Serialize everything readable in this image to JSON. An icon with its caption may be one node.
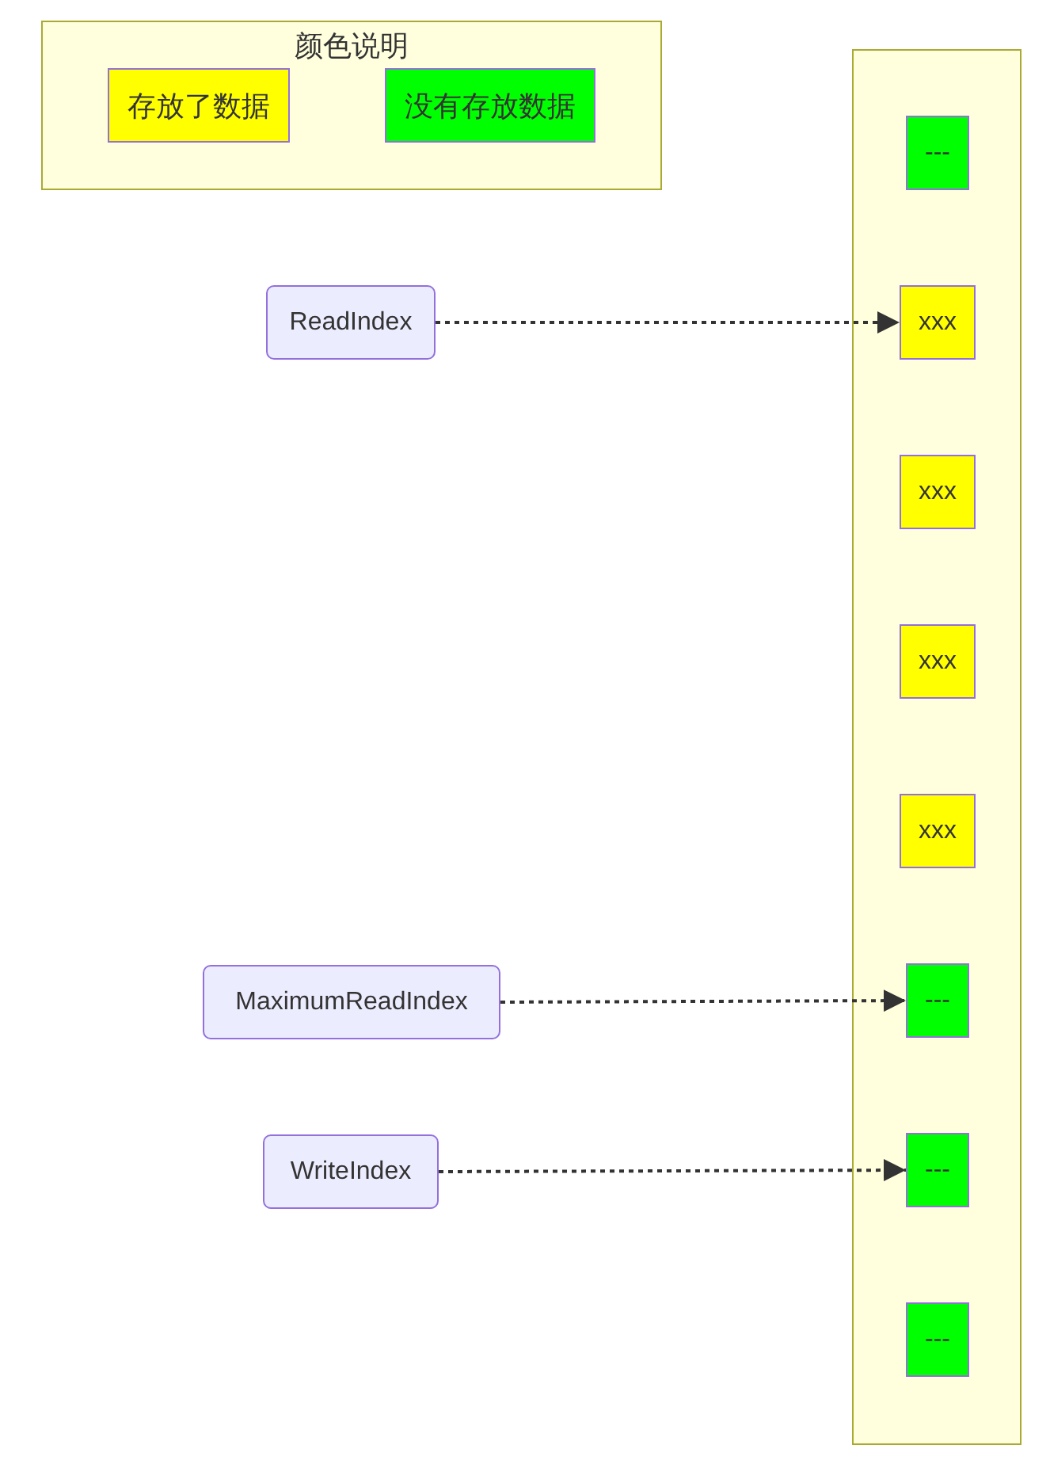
{
  "diagram": {
    "nodes": [
      {
        "text": [
          "颜色说明"
        ]
      },
      {
        "text": [
          "存放了数据"
        ],
        "in": 0
      },
      {
        "text": [
          "没有存放数据"
        ],
        "in": 0
      },
      {
        "text": [],
        "shape": "box"
      },
      {
        "text": [
          "---"
        ],
        "in": 3
      },
      {
        "text": [
          "xxx"
        ],
        "in": 3
      },
      {
        "text": [
          "xxx"
        ],
        "in": 3
      },
      {
        "text": [
          "xxx"
        ],
        "in": 3
      },
      {
        "text": [
          "xxx"
        ],
        "in": 3
      },
      {
        "text": [
          "---"
        ],
        "in": 3
      },
      {
        "text": [
          "---"
        ],
        "in": 3
      },
      {
        "text": [
          "---"
        ],
        "in": 3
      },
      {
        "text": [
          "ReadIndex"
        ]
      },
      {
        "text": [
          "MaximumReadIndex"
        ]
      },
      {
        "text": [
          "WriteIndex"
        ]
      }
    ],
    "edges": [
      {
        "from": 12,
        "to": 5,
        "arrow": "to",
        "style": "dashed"
      },
      {
        "from": 13,
        "to": 9,
        "arrow": "to",
        "style": "dashed"
      },
      {
        "from": 14,
        "to": 10,
        "arrow": "to",
        "style": "dashed"
      }
    ]
  }
}
